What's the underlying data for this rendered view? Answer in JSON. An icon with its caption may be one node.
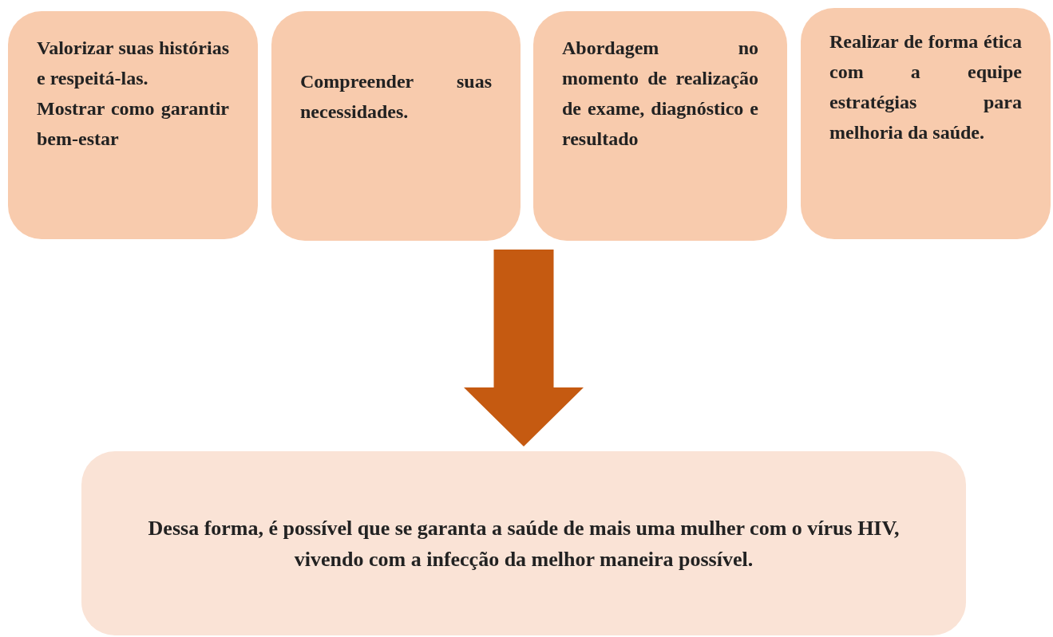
{
  "diagram": {
    "nodes": [
      {
        "text": [
          "Valorizar suas histórias e respeitá-las.",
          "Mostrar como garantir bem-estar"
        ]
      },
      {
        "text": [
          "Compreender suas necessidades."
        ]
      },
      {
        "text": [
          "Abordagem no momento de realização de exame, diagnóstico e resultado"
        ]
      },
      {
        "text": [
          "Realizar de forma ética com a equipe estratégias para melhoria da saúde."
        ]
      },
      {
        "text": [
          "Dessa forma, é possível que se garanta a saúde de mais uma mulher com o vírus HIV, vivendo com a infecção da melhor maneira possível."
        ]
      }
    ],
    "edges": [
      {
        "from": null,
        "to": 4,
        "arrow": "to",
        "style": "thick",
        "color": "#c55a11"
      }
    ]
  }
}
